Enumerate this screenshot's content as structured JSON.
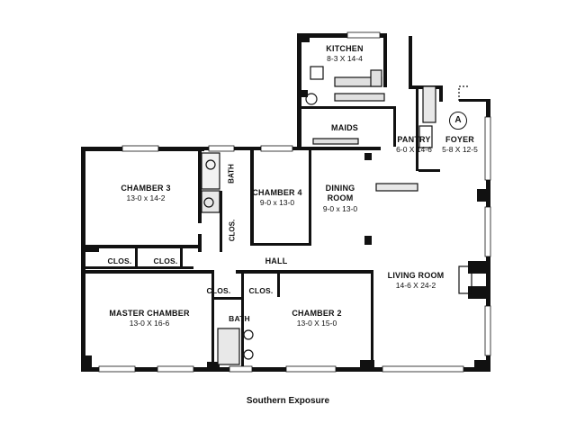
{
  "rooms": {
    "kitchen": {
      "name": "KITCHEN",
      "dims": "8-3 X 14-4"
    },
    "maids": {
      "name": "MAIDS"
    },
    "pantry": {
      "name": "PANTRY",
      "dims": "6-0 X 14-6"
    },
    "foyer": {
      "name": "FOYER",
      "dims": "5-8 X 12-5"
    },
    "chamber3": {
      "name": "CHAMBER 3",
      "dims": "13-0 x 14-2"
    },
    "chamber4": {
      "name": "CHAMBER 4",
      "dims": "9-0 x 13-0"
    },
    "dining": {
      "name1": "DINING",
      "name2": "ROOM",
      "dims": "9-0 x 13-0"
    },
    "living": {
      "name": "LIVING ROOM",
      "dims": "14-6 X 24-2"
    },
    "hall": {
      "name": "HALL"
    },
    "master": {
      "name": "MASTER CHAMBER",
      "dims": "13-0 X 16-6"
    },
    "chamber2": {
      "name": "CHAMBER 2",
      "dims": "13-0 X 15-0"
    },
    "bath_upper": {
      "name": "BATH"
    },
    "bath_lower": {
      "name": "BATH"
    },
    "clos_vertical": {
      "name": "CLOS."
    },
    "clos_left": {
      "name": "CLOS."
    },
    "clos_mid": {
      "name": "CLOS."
    },
    "clos_master": {
      "name": "CLOS."
    },
    "clos_ch2": {
      "name": "CLOS."
    }
  },
  "marker": "A",
  "caption": "Southern Exposure"
}
